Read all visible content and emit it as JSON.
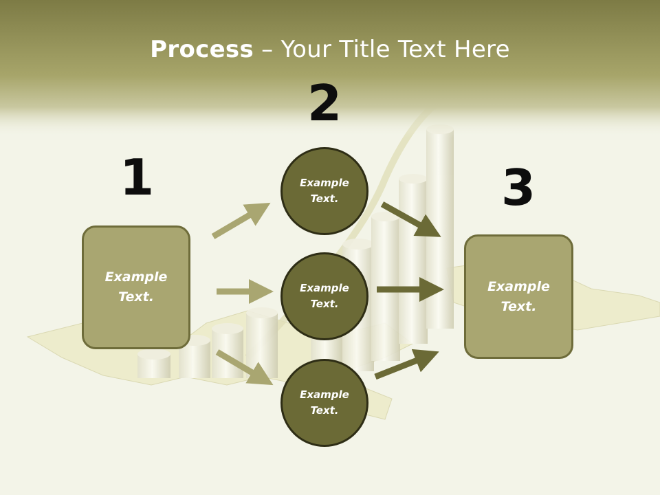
{
  "title": {
    "bold": "Process",
    "rest": " – Your Title Text Here"
  },
  "steps": [
    {
      "number": "1",
      "line1": "Example",
      "line2": "Text."
    },
    {
      "number": "2"
    },
    {
      "number": "3",
      "line1": "Example",
      "line2": "Text."
    }
  ],
  "circles": [
    {
      "line1": "Example",
      "line2": "Text."
    },
    {
      "line1": "Example",
      "line2": "Text."
    },
    {
      "line1": "Example",
      "line2": "Text."
    }
  ],
  "colors": {
    "header": "#8e8c4e",
    "box_fill": "#a9a671",
    "circle_fill": "#6b6a36",
    "arrow_light": "#a9a671",
    "arrow_dark": "#6b6a36"
  }
}
